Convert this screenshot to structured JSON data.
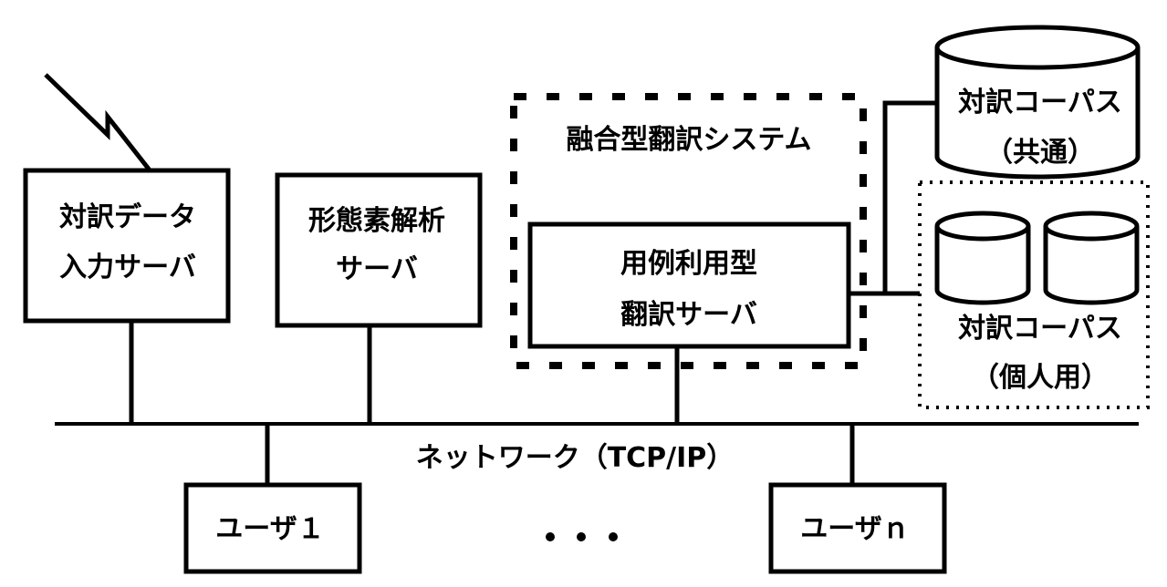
{
  "colors": {
    "line": "#000000",
    "background": "#ffffff"
  },
  "nodes": {
    "input_server": {
      "line1": "対訳データ",
      "line2": "入力サーバ",
      "icon": "lightning-input-icon"
    },
    "morph_server": {
      "line1": "形態素解析",
      "line2": "サーバ"
    },
    "fusion_system": {
      "title": "融合型翻訳システム"
    },
    "example_server": {
      "line1": "用例利用型",
      "line2": "翻訳サーバ"
    },
    "shared_corpus": {
      "line1": "対訳コーパス",
      "line2": "（共通）",
      "icon": "database-cylinder-icon"
    },
    "personal_corpus": {
      "line1": "対訳コーパス",
      "line2": "（個人用）",
      "icon": "database-cylinder-icon"
    },
    "network": {
      "label": "ネットワーク（TCP/IP）"
    },
    "user1": {
      "label": "ユーザ１"
    },
    "usern": {
      "label": "ユーザｎ"
    },
    "ellipsis": {
      "label": "・・・"
    }
  }
}
